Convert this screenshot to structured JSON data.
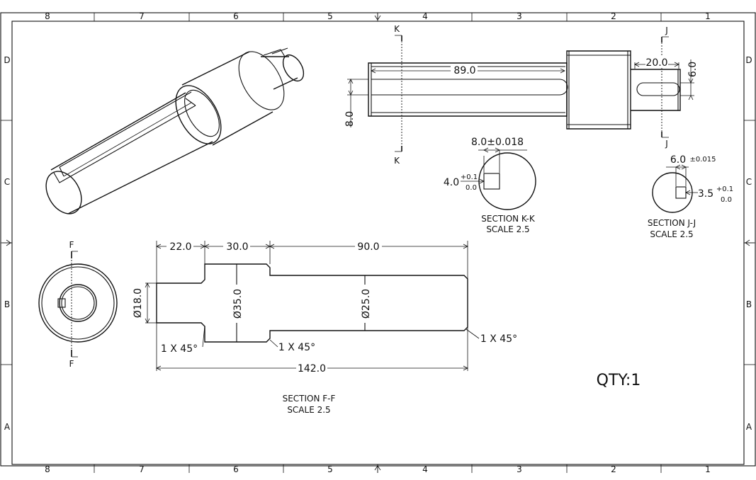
{
  "border": {
    "columns": [
      "8",
      "7",
      "6",
      "5",
      "4",
      "3",
      "2",
      "1"
    ],
    "rows": [
      "D",
      "C",
      "B",
      "A"
    ]
  },
  "section_marks": {
    "k": "K",
    "j": "J",
    "f": "F"
  },
  "top_view": {
    "dim_length": "89.0",
    "dim_key_length": "20.0",
    "dim_key_width": "6.0",
    "dim_slot_width": "8.0"
  },
  "section_kk": {
    "dim_width": "8.0±0.018",
    "dim_depth": "4.0",
    "tol_upper": "+0.1",
    "tol_lower": "0.0",
    "title": "SECTION K-K",
    "scale": "SCALE 2.5"
  },
  "section_jj": {
    "dim_width": "6.0",
    "dim_width_tol": "±0.015",
    "dim_depth": "3.5",
    "tol_upper": "+0.1",
    "tol_lower": "0.0",
    "title": "SECTION J-J",
    "scale": "SCALE 2.5"
  },
  "section_ff": {
    "dim_seg1": "22.0",
    "dim_seg2": "30.0",
    "dim_seg3": "90.0",
    "dim_total": "142.0",
    "dia_small": "Ø18.0",
    "dia_collar": "Ø35.0",
    "dia_main": "Ø25.0",
    "chamfer_1": "1 X 45°",
    "chamfer_2": "1 X 45°",
    "chamfer_3": "1 X 45°",
    "title": "SECTION F-F",
    "scale": "SCALE 2.5"
  },
  "qty": "QTY:1"
}
